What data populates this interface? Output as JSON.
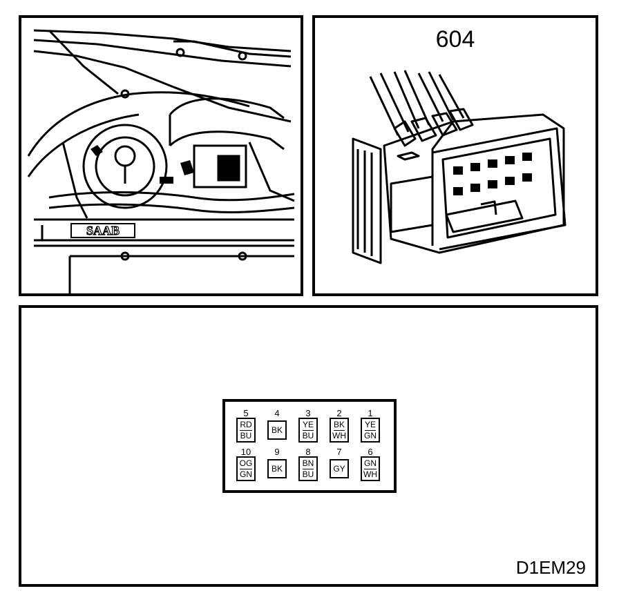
{
  "connector": {
    "number": "604"
  },
  "drawing_code": "D1EM29",
  "engine_view": {
    "brand_label": "SAAB"
  },
  "pinout": {
    "top_row": [
      {
        "pin": "5",
        "colors": [
          "RD",
          "BU"
        ]
      },
      {
        "pin": "4",
        "colors": [
          "BK"
        ]
      },
      {
        "pin": "3",
        "colors": [
          "YE",
          "BU"
        ]
      },
      {
        "pin": "2",
        "colors": [
          "BK",
          "WH"
        ]
      },
      {
        "pin": "1",
        "colors": [
          "YE",
          "GN"
        ]
      }
    ],
    "bottom_row": [
      {
        "pin": "10",
        "colors": [
          "OG",
          "GN"
        ]
      },
      {
        "pin": "9",
        "colors": [
          "BK"
        ]
      },
      {
        "pin": "8",
        "colors": [
          "BN",
          "BU"
        ]
      },
      {
        "pin": "7",
        "colors": [
          "GY"
        ]
      },
      {
        "pin": "6",
        "colors": [
          "GN",
          "WH"
        ]
      }
    ]
  }
}
